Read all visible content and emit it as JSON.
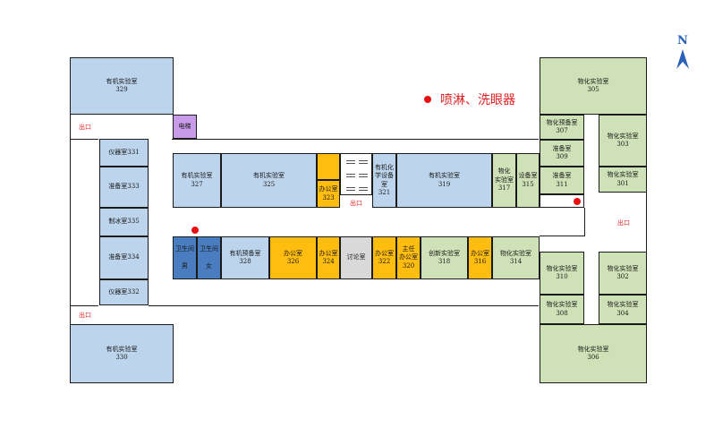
{
  "legend": {
    "label": "喷淋、洗眼器",
    "color": "#e81010"
  },
  "north": {
    "label": "N"
  },
  "exits": {
    "left_top": "出口",
    "left_bottom": "出口",
    "center": "出口",
    "right": "出口"
  },
  "rooms": {
    "r329": "有机实验室\n329",
    "r330": "有机实验室\n330",
    "elevator": "电梯",
    "r331": "仪器室331",
    "r333": "准备室333",
    "r335": "制冰室335",
    "r334": "准备室334",
    "r332": "仪器室332",
    "r327": "有机实验室\n327",
    "r325": "有机实验室\n325",
    "r323": "办公室\n323",
    "r321": "有机化\n学设备\n室\n321",
    "r319": "有机实验室\n319",
    "r317": "物化\n实验室\n317",
    "r315": "设备室\n315",
    "r305": "物化实验室\n305",
    "r307": "物化预备室\n307",
    "r303": "物化实验室\n303",
    "r309": "准备室\n309",
    "r311": "准备室\n311",
    "r301": "物化实验室\n301",
    "wc_male": "卫生间\n\n男",
    "wc_female": "卫生间\n\n女",
    "r328": "有机预备室\n328",
    "r326": "办公室\n326",
    "r324": "办公室\n324",
    "discussion": "讨论室",
    "r322": "办公室\n322",
    "r320": "主任\n办公室\n320",
    "r318": "创新实验室\n318",
    "r316": "办公室\n316",
    "r314": "物化实验室\n314",
    "r310": "物化实验室\n310",
    "r302": "物化实验室\n302",
    "r308": "物化实验室\n308",
    "r304": "物化实验室\n304",
    "r306": "物化实验室\n306"
  }
}
